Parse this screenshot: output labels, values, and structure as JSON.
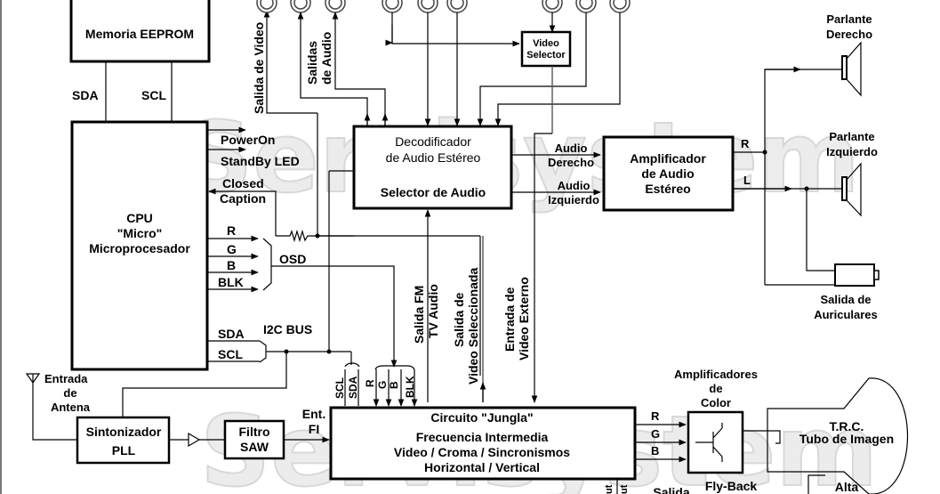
{
  "watermark": "Servisystem",
  "blocks": {
    "eeprom": "Memoria EEPROM",
    "cpu": [
      "CPU",
      "\"Micro\"",
      "Microprocesador"
    ],
    "decoder": [
      "Decodificador",
      "de Audio Estéreo",
      "Selector de Audio"
    ],
    "amplifier": [
      "Amplificador",
      "de Audio",
      "Estéreo"
    ],
    "video_selector": [
      "Video",
      "Selector"
    ],
    "tuner": [
      "Sintonizador",
      "PLL"
    ],
    "saw_filter": [
      "Filtro",
      "SAW"
    ],
    "jungle": [
      "Circuito \"Jungla\"",
      "Frecuencia Intermedia",
      "Video / Croma / Sincronismos",
      "Horizontal / Vertical"
    ],
    "crt": [
      "T.R.C.",
      "Tubo de Imagen"
    ]
  },
  "labels": {
    "eeprom_sda": "SDA",
    "eeprom_scl": "SCL",
    "power_on": "PowerOn",
    "standby_led": "StandBy LED",
    "closed_caption": [
      "Closed",
      "Caption"
    ],
    "osd_r": "R",
    "osd_g": "G",
    "osd_b": "B",
    "osd_blk": "BLK",
    "osd": "OSD",
    "i2c_sda": "SDA",
    "i2c_scl": "SCL",
    "i2c_bus": "I2C BUS",
    "video_out": "Salida de Video",
    "audio_outs": [
      "Salidas",
      "de Audio"
    ],
    "audio_right": [
      "Audio",
      "Derecho"
    ],
    "audio_left": [
      "Audio",
      "Izquierdo"
    ],
    "amp_r": "R",
    "amp_l": "L",
    "speaker_right": [
      "Parlante",
      "Derecho"
    ],
    "speaker_left": [
      "Parlante",
      "Izquierdo"
    ],
    "headphones": [
      "Salida de",
      "Auriculares"
    ],
    "fm_out": [
      "Salida FM",
      "TV Audio"
    ],
    "selected_video": [
      "Salida de",
      "Video Seleccionada"
    ],
    "ext_video_in": [
      "Entrada de",
      "Video Externo"
    ],
    "antenna": [
      "Entrada",
      "de",
      "Antena"
    ],
    "if_in": [
      "Ent.",
      "FI"
    ],
    "jungle_scl": "SCL",
    "jungle_sda": "SDA",
    "jungle_r": "R",
    "jungle_g": "G",
    "jungle_b": "B",
    "jungle_blk": "BLK",
    "rgb_r": "R",
    "rgb_g": "G",
    "rgb_b": "B",
    "color_amps": [
      "Amplificadores",
      "de",
      "Color"
    ],
    "flyback": "Fly-Back",
    "salida_partial": "Salida",
    "high_voltage": "Alta",
    "out_partial_1": "ut",
    "out_partial_2": "ut"
  }
}
